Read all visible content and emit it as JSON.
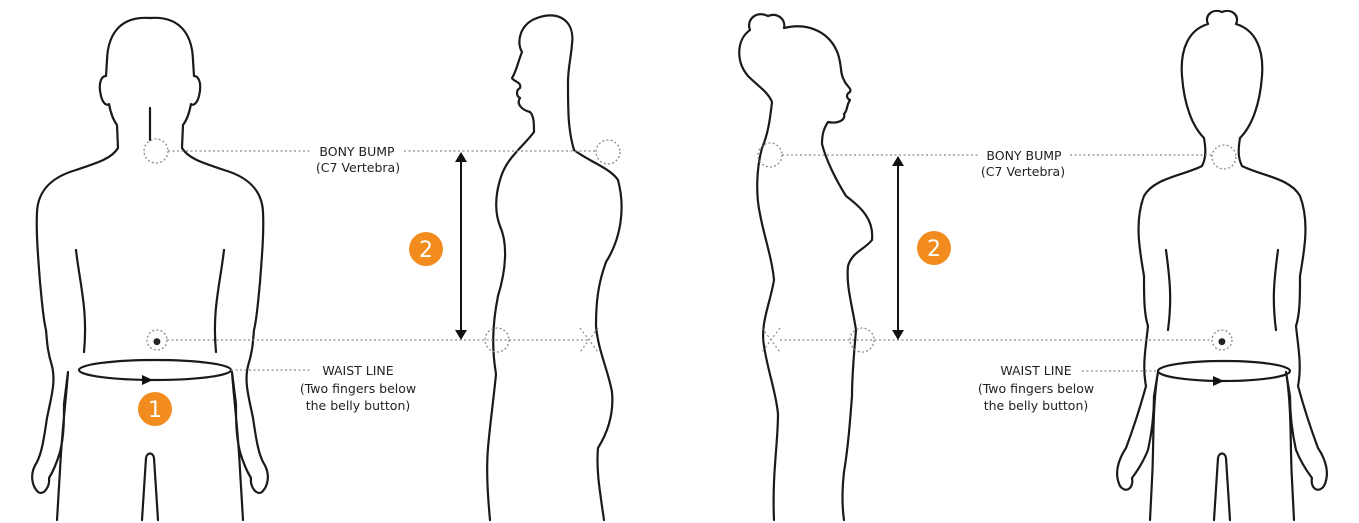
{
  "labels": {
    "bony_bump": "BONY BUMP",
    "c7": "(C7 Vertebra)",
    "waist_line": "WAIST LINE",
    "fingers": "(Two fingers below",
    "belly": "the belly button)"
  },
  "steps": {
    "step1": "1",
    "step2": "2"
  },
  "colors": {
    "accent": "#f28c1e",
    "outline": "#1a1a1a",
    "guide": "#8a8a8a"
  }
}
